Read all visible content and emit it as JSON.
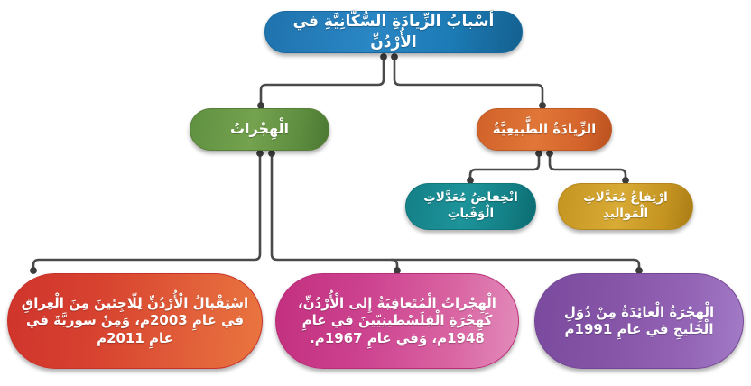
{
  "diagram": {
    "title_node": {
      "id": "root",
      "label": "أَسْبابُ الزِّيادَةِ السُّكَّانِيَّةِ في الأُرْدُنِّ",
      "color": "#2a86c4"
    },
    "nodes": [
      {
        "id": "migration",
        "label": "الْهِجْراتُ",
        "color": "#74a24e",
        "level": 2
      },
      {
        "id": "natural",
        "label": "الزِّيادَةُ الطَّبيعِيَّةُ",
        "color": "#e07637",
        "level": 2
      },
      {
        "id": "deaths",
        "label": "انْخِفاضُ مُعَدَّلاتِ الْوَفَياتِ",
        "color": "#1d949a",
        "level": 3
      },
      {
        "id": "births",
        "label": "ارْتِفاعُ مُعَدَّلاتِ الْمَواليدِ",
        "color": "#d8ab35",
        "level": 3
      },
      {
        "id": "refugees",
        "label": "اسْتِقْبالُ الْأُرْدُنِّ لِلّاجِئينَ مِنَ الْعِراقِ في عامِ 2003م، وَمِنْ سوريَّةَ في عامِ 2011م",
        "color": "#d84430",
        "level": 3
      },
      {
        "id": "successive",
        "label": "الْهِجْراتُ الْمُتَعاقِبَةُ إِلى الْأُرْدُنِّ، كَهِجْرَةِ الْفِلَسْطينِيّينَ في عامِ 1948م، وَفي عامِ 1967م.",
        "color": "#cd4390",
        "level": 3
      },
      {
        "id": "return",
        "label": "الْهِجْرَةُ الْعائِدَةُ مِنْ دُوَلِ الْخَليجِ في عامِ 1991م",
        "color": "#8655a8",
        "level": 3
      }
    ],
    "connector_color": "#4a4a4a"
  }
}
